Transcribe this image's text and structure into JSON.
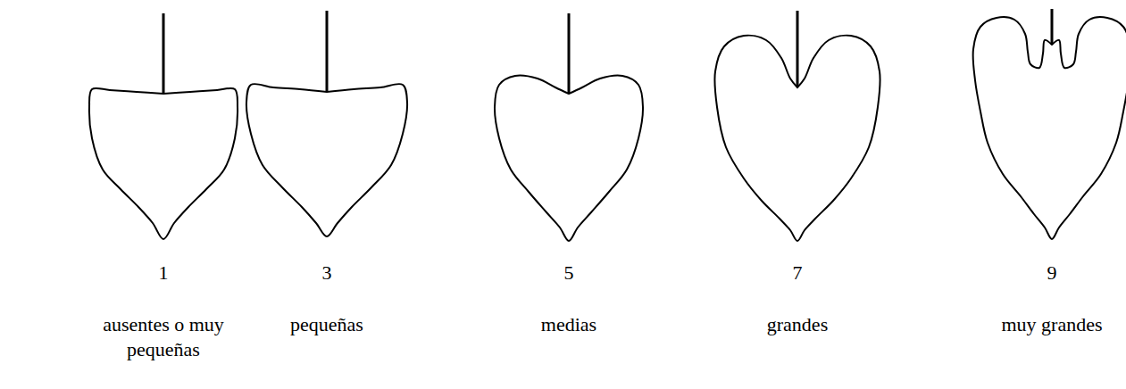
{
  "diagram": {
    "labels": [
      "1",
      "3",
      "5",
      "7",
      "9",
      "ausentes o muy pequeñas",
      "pequeñas",
      "medias",
      "grandes",
      "muy grandes"
    ]
  }
}
